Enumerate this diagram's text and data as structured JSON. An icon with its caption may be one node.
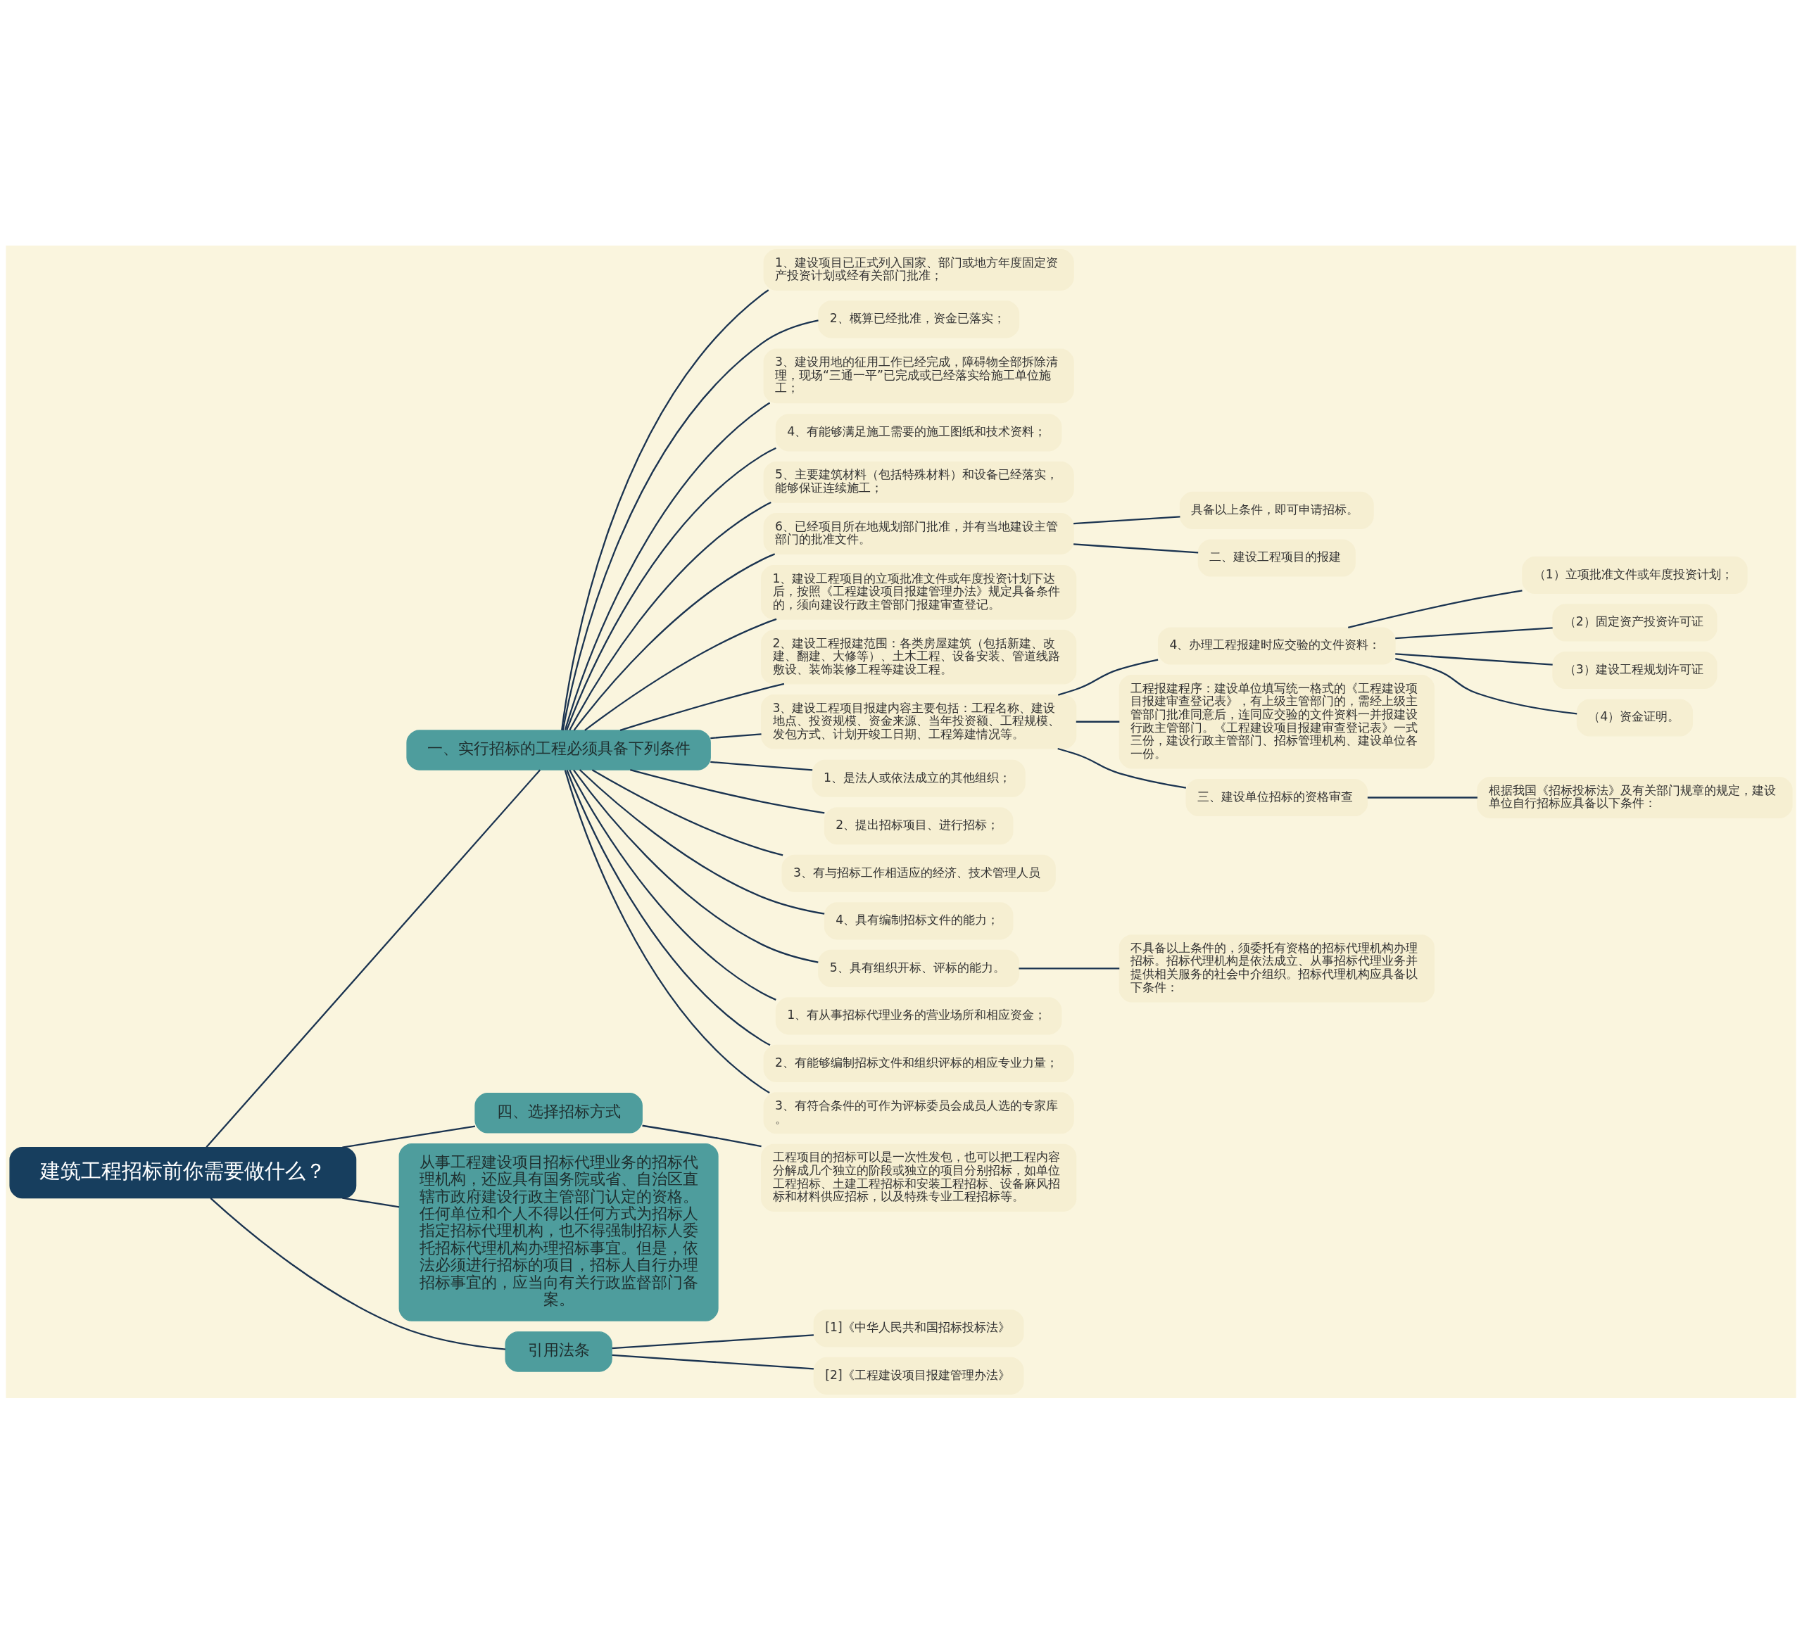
{
  "diagram": {
    "nodes": [
      {
        "text": [
          "建筑工程招标前你需要做什么？"
        ]
      },
      {
        "text": [
          "一、实行招标的工程必须具备下列条件"
        ]
      },
      {
        "text": [
          "1、建设项目已正式列入国家、部门或地方年度固定资产投资计划或经有关部门批准；"
        ]
      },
      {
        "text": [
          "2、概算已经批准，资金已落实；"
        ]
      },
      {
        "text": [
          "3、建设用地的征用工作已经完成，障碍物全部拆除清理，现场“三通一平”已完成或已经落实给施工单位施工；"
        ]
      },
      {
        "text": [
          "4、有能够满足施工需要的施工图纸和技术资料；"
        ]
      },
      {
        "text": [
          "5、主要建筑材料（包括特殊材料）和设备已经落实，能够保证连续施工；"
        ]
      },
      {
        "text": [
          "6、已经项目所在地规划部门批准，并有当地建设主管部门的批准文件。"
        ]
      },
      {
        "text": [
          "具备以上条件，即可申请招标。"
        ]
      },
      {
        "text": [
          "二、建设工程项目的报建"
        ]
      },
      {
        "text": [
          "1、建设工程项目的立项批准文件或年度投资计划下达后，按照《工程建设项目报建管理办法》规定具备条件的，须向建设行政主管部门报建审查登记。"
        ]
      },
      {
        "text": [
          "2、建设工程报建范围：各类房屋建筑（包括新建、改建、翻建、大修等）、土木工程、设备安装、管道线路敷设、装饰装修工程等建设工程。"
        ]
      },
      {
        "text": [
          "3、建设工程项目报建内容主要包括：工程名称、建设地点、投资规模、资金来源、当年投资额、工程规模、发包方式、计划开竣工日期、工程筹建情况等。"
        ]
      },
      {
        "text": [
          "4、办理工程报建时应交验的文件资料："
        ]
      },
      {
        "text": [
          "（1）立项批准文件或年度投资计划；"
        ]
      },
      {
        "text": [
          "（2）固定资产投资许可证"
        ]
      },
      {
        "text": [
          "（3）建设工程规划许可证"
        ]
      },
      {
        "text": [
          "（4）资金证明。"
        ]
      },
      {
        "text": [
          "工程报建程序：建设单位填写统一格式的《工程建设项目报建审查登记表》，有上级主管部门的，需经上级主管部门批准同意后，连同应交验的文件资料一并报建设行政主管部门。《工程建设项目报建审查登记表》一式三份，建设行政主管部门、招标管理机构、建设单位各一份。"
        ]
      },
      {
        "text": [
          "三、建设单位招标的资格审查"
        ]
      },
      {
        "text": [
          "根据我国《招标投标法》及有关部门规章的规定，建设单位自行招标应具备以下条件："
        ]
      },
      {
        "text": [
          "1、是法人或依法成立的其他组织；"
        ]
      },
      {
        "text": [
          "2、提出招标项目、进行招标；"
        ]
      },
      {
        "text": [
          "3、有与招标工作相适应的经济、技术管理人员"
        ]
      },
      {
        "text": [
          "4、具有编制招标文件的能力；"
        ]
      },
      {
        "text": [
          "5、具有组织开标、评标的能力。"
        ]
      },
      {
        "text": [
          "不具备以上条件的，须委托有资格的招标代理机构办理招标。招标代理机构是依法成立、从事招标代理业务并提供相关服务的社会中介组织。招标代理机构应具备以下条件："
        ]
      },
      {
        "text": [
          "1、有从事招标代理业务的营业场所和相应资金；"
        ]
      },
      {
        "text": [
          "2、有能够编制招标文件和组织评标的相应专业力量；"
        ]
      },
      {
        "text": [
          "3、有符合条件的可作为评标委员会成员人选的专家库。"
        ]
      },
      {
        "text": [
          "四、选择招标方式"
        ]
      },
      {
        "text": [
          "工程项目的招标可以是一次性发包，也可以把工程内容分解成几个独立的阶段或独立的项目分别招标，如单位工程招标、土建工程招标和安装工程招标、设备麻风招标和材料供应招标，以及特殊专业工程招标等。"
        ]
      },
      {
        "text": [
          "从事工程建设项目招标代理业务的招标代理机构，还应具有国务院或省、自治区直辖市政府建设行政主管部门认定的资格。任何单位和个人不得以任何方式为招标人指定招标代理机构，也不得强制招标人委托招标代理机构办理招标事宜。但是，依法必须进行招标的项目，招标人自行办理招标事宜的，应当向有关行政监督部门备案。"
        ]
      },
      {
        "text": [
          "引用法条"
        ]
      },
      {
        "text": [
          "[1]《中华人民共和国招标投标法》"
        ]
      },
      {
        "text": [
          "[2]《工程建设项目报建管理办法》"
        ]
      }
    ],
    "edges": [
      {
        "from": 0,
        "to": 1,
        "arrow": "none"
      },
      {
        "from": 1,
        "to": 2,
        "arrow": "none"
      },
      {
        "from": 1,
        "to": 3,
        "arrow": "none"
      },
      {
        "from": 1,
        "to": 4,
        "arrow": "none"
      },
      {
        "from": 1,
        "to": 5,
        "arrow": "none"
      },
      {
        "from": 1,
        "to": 6,
        "arrow": "none"
      },
      {
        "from": 1,
        "to": 7,
        "arrow": "none"
      },
      {
        "from": 7,
        "to": 8,
        "arrow": "none"
      },
      {
        "from": 7,
        "to": 9,
        "arrow": "none"
      },
      {
        "from": 1,
        "to": 10,
        "arrow": "none"
      },
      {
        "from": 1,
        "to": 11,
        "arrow": "none"
      },
      {
        "from": 1,
        "to": 12,
        "arrow": "none"
      },
      {
        "from": 12,
        "to": 13,
        "arrow": "none"
      },
      {
        "from": 13,
        "to": 14,
        "arrow": "none"
      },
      {
        "from": 13,
        "to": 15,
        "arrow": "none"
      },
      {
        "from": 13,
        "to": 16,
        "arrow": "none"
      },
      {
        "from": 13,
        "to": 17,
        "arrow": "none"
      },
      {
        "from": 12,
        "to": 18,
        "arrow": "none"
      },
      {
        "from": 12,
        "to": 19,
        "arrow": "none"
      },
      {
        "from": 19,
        "to": 20,
        "arrow": "none"
      },
      {
        "from": 1,
        "to": 21,
        "arrow": "none"
      },
      {
        "from": 1,
        "to": 22,
        "arrow": "none"
      },
      {
        "from": 1,
        "to": 23,
        "arrow": "none"
      },
      {
        "from": 1,
        "to": 24,
        "arrow": "none"
      },
      {
        "from": 1,
        "to": 25,
        "arrow": "none"
      },
      {
        "from": 25,
        "to": 26,
        "arrow": "none"
      },
      {
        "from": 1,
        "to": 27,
        "arrow": "none"
      },
      {
        "from": 1,
        "to": 28,
        "arrow": "none"
      },
      {
        "from": 1,
        "to": 29,
        "arrow": "none"
      },
      {
        "from": 0,
        "to": 30,
        "arrow": "none"
      },
      {
        "from": 30,
        "to": 31,
        "arrow": "none"
      },
      {
        "from": 0,
        "to": 32,
        "arrow": "none"
      },
      {
        "from": 0,
        "to": 33,
        "arrow": "none"
      },
      {
        "from": 33,
        "to": 34,
        "arrow": "none"
      },
      {
        "from": 33,
        "to": 35,
        "arrow": "none"
      }
    ]
  }
}
